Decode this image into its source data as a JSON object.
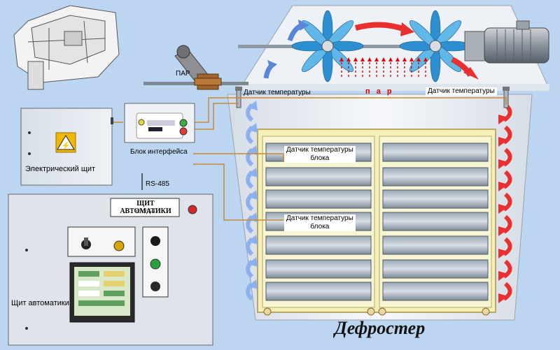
{
  "labels": {
    "steam_pipe": "ПАР",
    "temp_sensor_left": "Датчик температуры",
    "temp_sensor_right": "Датчик температуры",
    "steam_center": "п а р",
    "interface_block": "Блок интерфейса",
    "electrical_panel": "Электрический щит",
    "rs485": "RS-485",
    "block_sensor_top_line1": "Датчик температуры",
    "block_sensor_top_line2": "блока",
    "block_sensor_bottom_line1": "Датчик температуры",
    "block_sensor_bottom_line2": "блока",
    "automation_panel": "Щит автоматики",
    "automation_header": "ЩИТ АВТОМАТИКИ",
    "automation_sub": "САУД-4",
    "title": "Дефростер"
  },
  "colors": {
    "background": "#bcd6f2",
    "steam_red": "#e00000",
    "wire": "#c58a3a",
    "chamber_wall": "#e9edf2",
    "rack_frame": "#f4f0b8",
    "tray": "#7f8c9a",
    "airflow_blue": "#7aa2e8",
    "airflow_red": "#e83030"
  },
  "icons": [
    "fan-icon",
    "motor-icon",
    "valve-icon",
    "warning-icon",
    "arrow-icon"
  ]
}
